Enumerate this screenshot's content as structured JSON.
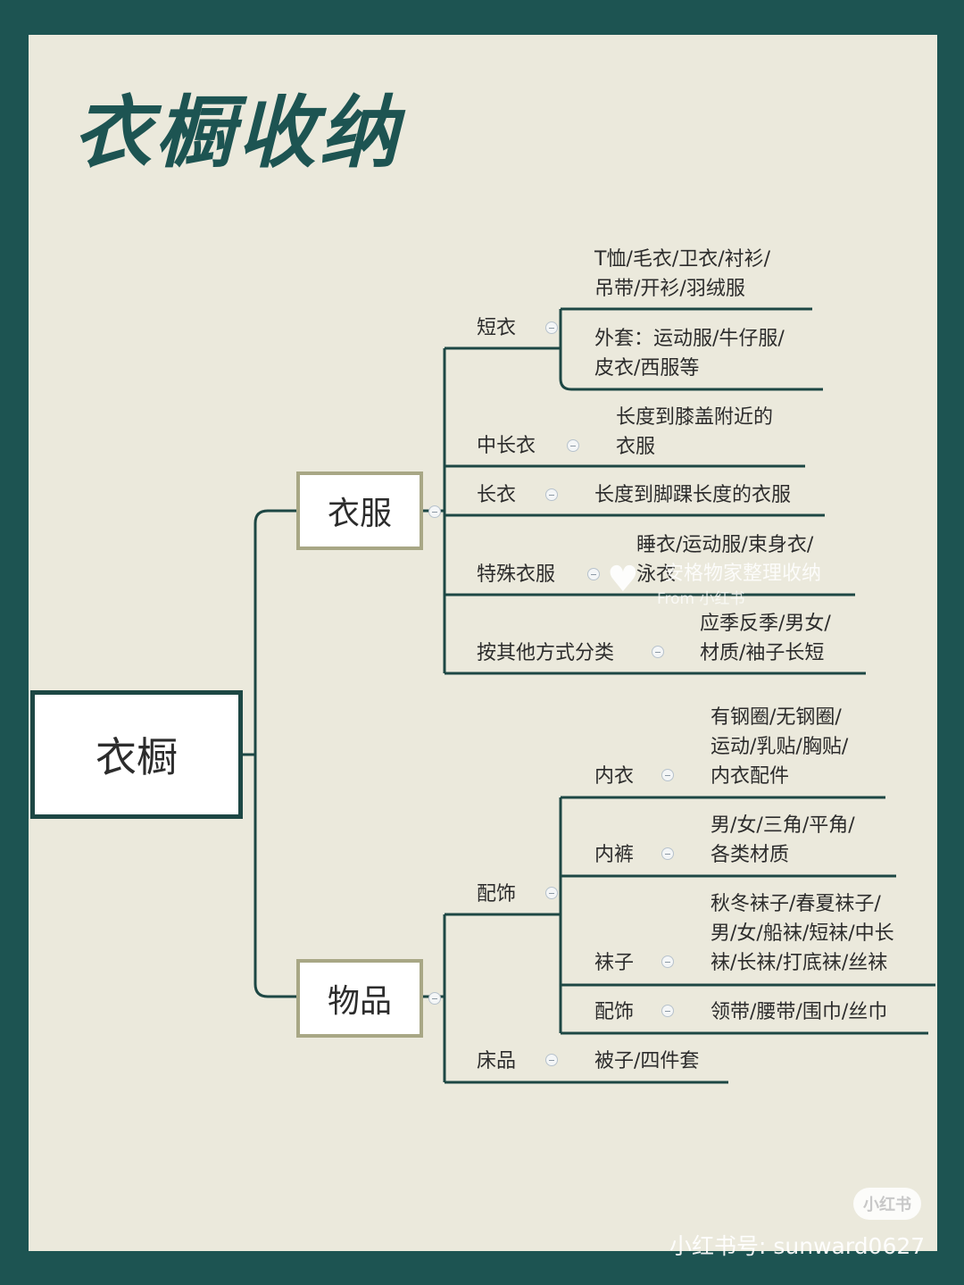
{
  "colors": {
    "frame": "#1d5452",
    "paper": "#ebe9dc",
    "line": "#1d4744",
    "category_border": "#a8a785",
    "text": "#2c2c2c"
  },
  "title": "衣橱收纳",
  "root": "衣橱",
  "categories": {
    "clothes": "衣服",
    "items": "物品"
  },
  "nodes": {
    "short": {
      "label": "短衣",
      "children": [
        [
          "T恤/毛衣/卫衣/衬衫/",
          "吊带/开衫/羽绒服"
        ],
        [
          "外套：运动服/牛仔服/",
          "皮衣/西服等"
        ]
      ]
    },
    "midlong": {
      "label": "中长衣",
      "children": [
        [
          "长度到膝盖附近的",
          "衣服"
        ]
      ]
    },
    "long": {
      "label": "长衣",
      "children": [
        [
          "长度到脚踝长度的衣服"
        ]
      ]
    },
    "special": {
      "label": "特殊衣服",
      "children": [
        [
          "睡衣/运动服/束身衣/",
          "泳衣"
        ]
      ]
    },
    "other": {
      "label": "按其他方式分类",
      "children": [
        [
          "应季反季/男女/",
          "材质/袖子长短"
        ]
      ]
    },
    "accessories": {
      "label": "配饰",
      "children": {
        "bra": {
          "label": "内衣",
          "children": [
            [
              "有钢圈/无钢圈/",
              "运动/乳贴/胸贴/",
              "内衣配件"
            ]
          ]
        },
        "underpants": {
          "label": "内裤",
          "children": [
            [
              "男/女/三角/平角/",
              "各类材质"
            ]
          ]
        },
        "socks": {
          "label": "袜子",
          "children": [
            [
              "秋冬袜子/春夏袜子/",
              "男/女/船袜/短袜/中长",
              "袜/长袜/打底袜/丝袜"
            ]
          ]
        },
        "accessory": {
          "label": "配饰",
          "children": [
            [
              "领带/腰带/围巾/丝巾"
            ]
          ]
        }
      }
    },
    "bedding": {
      "label": "床品",
      "children": [
        [
          "被子/四件套"
        ]
      ]
    }
  },
  "watermark": {
    "text": "安格物家整理收纳",
    "from": "From 小红书"
  },
  "xhs": {
    "badge": "小红书",
    "id": "小红书号: sunward0627"
  },
  "icons": [
    "collapse-icon",
    "heart-icon"
  ]
}
